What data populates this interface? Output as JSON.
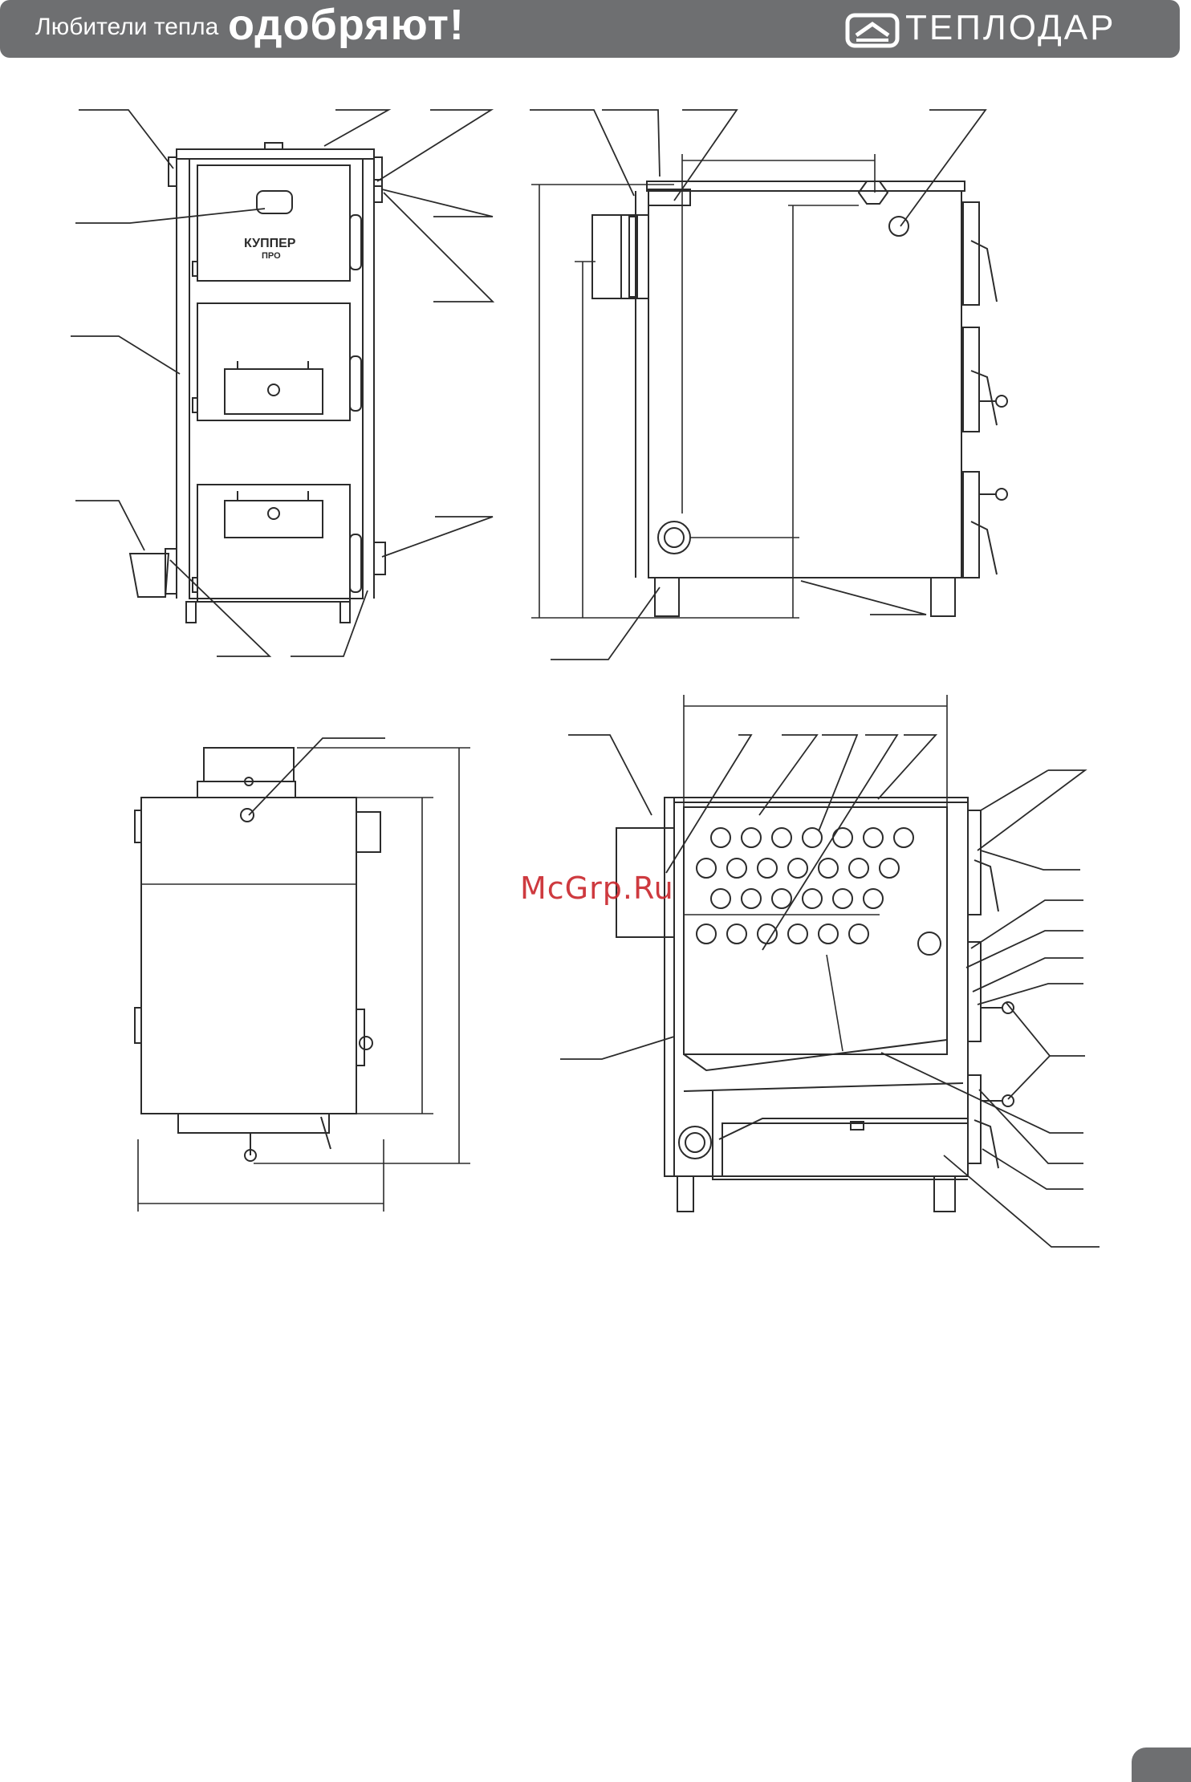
{
  "header": {
    "tagline_regular": "Любители тепла",
    "tagline_bold": "одобряют!",
    "brand_name": "ТЕПЛОДАР",
    "background_color": "#6e6f71",
    "text_color": "#ffffff"
  },
  "figures": {
    "front_view": {
      "nameplate_text": "КУППЕР",
      "nameplate_subtext": "ПРО"
    }
  },
  "watermark": {
    "text": "McGrp.Ru",
    "color": "#c9252b"
  },
  "footer": {
    "page_tab_color": "#6e6f71"
  }
}
